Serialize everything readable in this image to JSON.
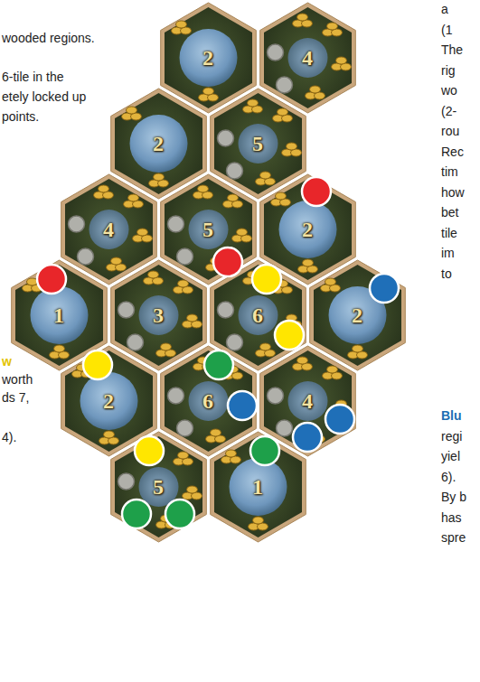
{
  "diagram": {
    "nodes": [
      {
        "text": [
          "2"
        ]
      },
      {
        "text": [
          "4"
        ]
      },
      {
        "text": [
          "2"
        ]
      },
      {
        "text": [
          "5"
        ]
      },
      {
        "text": [
          "4"
        ]
      },
      {
        "text": [
          "5"
        ]
      },
      {
        "text": [
          "2"
        ]
      },
      {
        "text": [
          "1"
        ]
      },
      {
        "text": [
          "3"
        ]
      },
      {
        "text": [
          "6"
        ]
      },
      {
        "text": [
          "2"
        ]
      },
      {
        "text": [
          "2"
        ]
      },
      {
        "text": [
          "6"
        ]
      },
      {
        "text": [
          "4"
        ]
      },
      {
        "text": [
          "5"
        ]
      },
      {
        "text": [
          "1"
        ]
      }
    ],
    "labels": [
      "wooded regions.",
      "6-tile in the",
      "etely locked up",
      "points.",
      "a",
      "(1",
      "The",
      "rig",
      "wo",
      "(2-",
      "rou",
      "Rec",
      "tim",
      "how",
      "bet",
      "tile",
      "im",
      "to",
      "w",
      "worth",
      "ds 7,",
      "4).",
      "Blu",
      "regi",
      "yiel",
      "6).",
      "By b",
      "has",
      "spre"
    ]
  }
}
